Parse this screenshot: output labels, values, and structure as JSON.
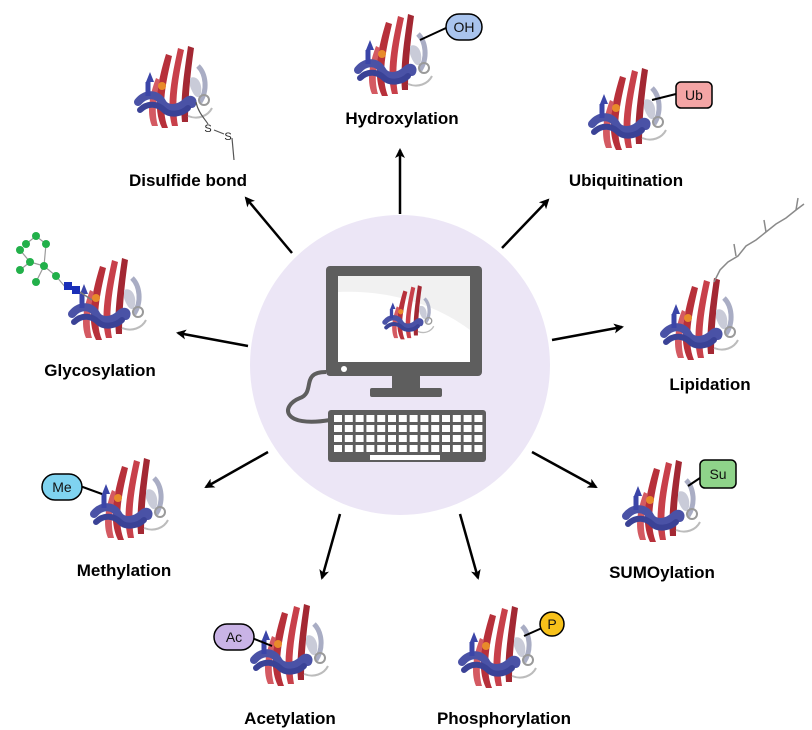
{
  "modifications": [
    {
      "id": "hydroxylation",
      "label": "Hydroxylation",
      "tag": "OH",
      "tag_color": "#a9c4ee"
    },
    {
      "id": "ubiquitination",
      "label": "Ubiquitination",
      "tag": "Ub",
      "tag_color": "#f4a5a5"
    },
    {
      "id": "lipidation",
      "label": "Lipidation",
      "tag": "",
      "tag_color": ""
    },
    {
      "id": "sumoylation",
      "label": "SUMOylation",
      "tag": "Su",
      "tag_color": "#8fd48a"
    },
    {
      "id": "phosphorylation",
      "label": "Phosphorylation",
      "tag": "P",
      "tag_color": "#f7c11a"
    },
    {
      "id": "acetylation",
      "label": "Acetylation",
      "tag": "Ac",
      "tag_color": "#c9b3e6"
    },
    {
      "id": "methylation",
      "label": "Methylation",
      "tag": "Me",
      "tag_color": "#7fd3f0"
    },
    {
      "id": "glycosylation",
      "label": "Glycosylation",
      "tag": "",
      "tag_color": ""
    },
    {
      "id": "disulfide",
      "label": "Disulfide bond",
      "tag": "",
      "tag_color": ""
    }
  ],
  "disulfide_atoms": [
    "S",
    "S"
  ],
  "colors": {
    "circle": "#ece6f6",
    "helix": "#4a52a6",
    "strand": "#b7303a",
    "accent": "#e88a2a",
    "computer": "#5e5e5e"
  }
}
